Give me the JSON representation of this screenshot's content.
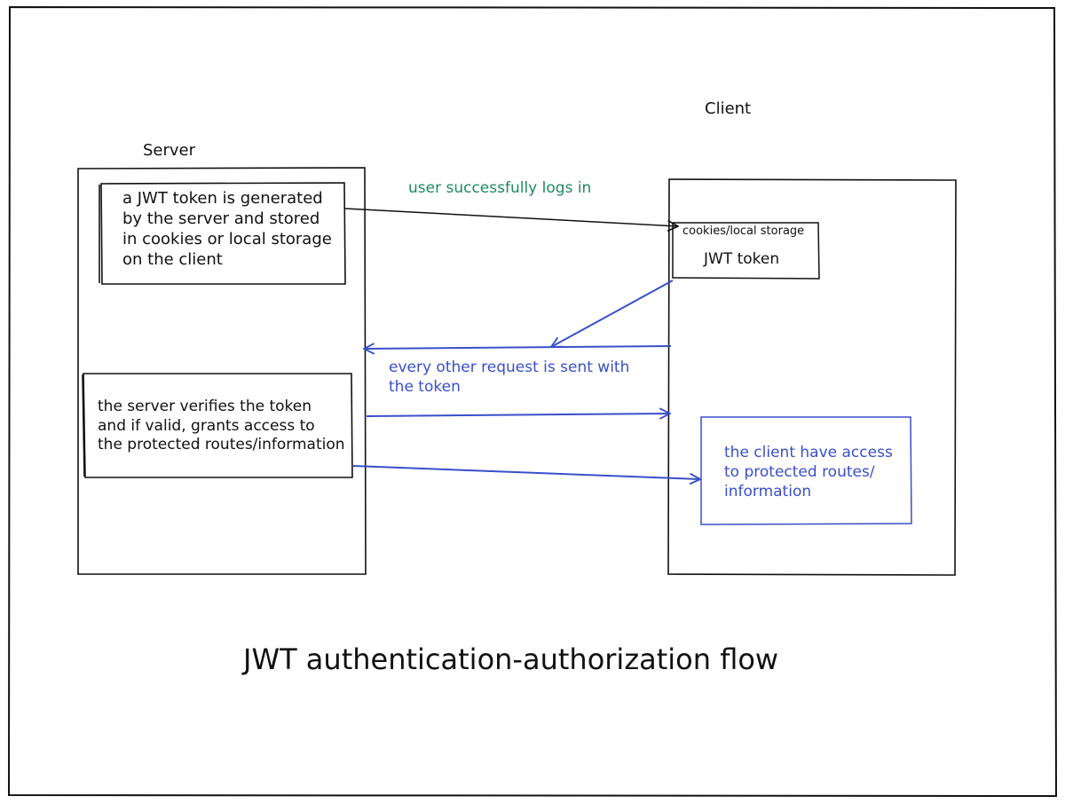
{
  "colors": {
    "ink": "#111111",
    "blue": "#3a4fc9",
    "green": "#1f8a5e"
  },
  "labels": {
    "server": "Server",
    "client": "Client"
  },
  "nodes": {
    "token_generated": "a JWT token is generated\nby the server and stored\nin cookies or local storage\non the client",
    "server_verifies": "the server verifies the token\nand if valid, grants access to\nthe protected routes/information",
    "storage_title": "cookies/local storage",
    "jwt_token": "JWT token",
    "client_access": "the client have access\nto protected routes/\ninformation"
  },
  "edges": {
    "login": "user successfully logs in",
    "request": "every other request is sent with\nthe token"
  },
  "title": "JWT authentication-authorization flow"
}
